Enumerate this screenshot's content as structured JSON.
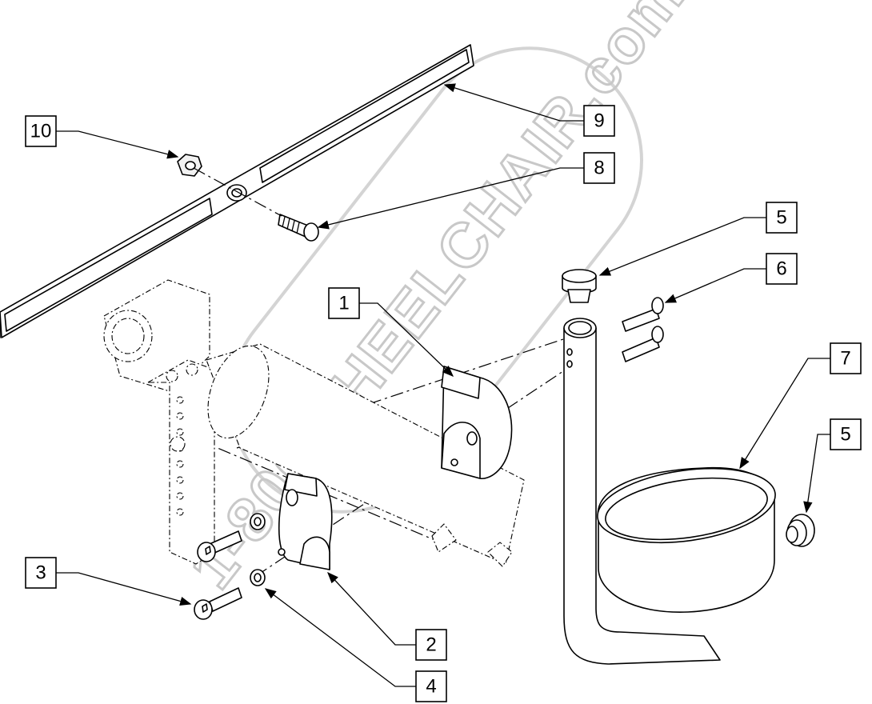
{
  "watermark": {
    "text": "1-800WHEELCHAIR.com"
  },
  "callouts": [
    {
      "id": "c1",
      "label": "1"
    },
    {
      "id": "c2",
      "label": "2"
    },
    {
      "id": "c3",
      "label": "3"
    },
    {
      "id": "c4",
      "label": "4"
    },
    {
      "id": "c5a",
      "label": "5"
    },
    {
      "id": "c5b",
      "label": "5"
    },
    {
      "id": "c6",
      "label": "6"
    },
    {
      "id": "c7",
      "label": "7"
    },
    {
      "id": "c8",
      "label": "8"
    },
    {
      "id": "c9",
      "label": "9"
    },
    {
      "id": "c10",
      "label": "10"
    }
  ]
}
